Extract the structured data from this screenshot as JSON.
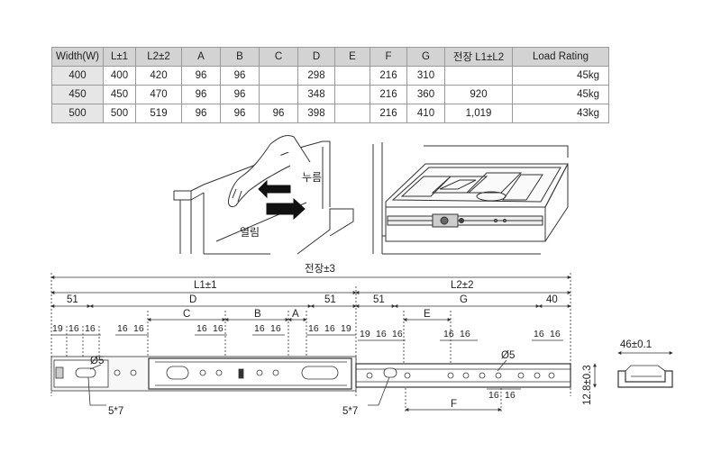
{
  "table": {
    "headers": [
      "Width(W)",
      "L±1",
      "L2±2",
      "A",
      "B",
      "C",
      "D",
      "E",
      "F",
      "G",
      "전장 L1±L2",
      "Load Rating"
    ],
    "rows": [
      [
        "400",
        "400",
        "420",
        "96",
        "96",
        "",
        "298",
        "",
        "216",
        "310",
        "",
        "45kg"
      ],
      [
        "450",
        "450",
        "470",
        "96",
        "96",
        "",
        "348",
        "",
        "216",
        "360",
        "920",
        "45kg"
      ],
      [
        "500",
        "500",
        "519",
        "96",
        "96",
        "96",
        "398",
        "",
        "216",
        "410",
        "1,019",
        "43kg"
      ]
    ]
  },
  "illustrations": {
    "push_label": "누름",
    "open_label": "열림"
  },
  "drawing": {
    "total_length": "전장±3",
    "l1": "L1±1",
    "l2": "L2±2",
    "d": "D",
    "g": "G",
    "c": "C",
    "b": "B",
    "a": "A",
    "e": "E",
    "f": "F",
    "dim_51": "51",
    "dim_40": "40",
    "dim_19": "19",
    "dim_16": "16",
    "hole_dia": "Ø5",
    "slot": "5*7",
    "height": "12.8±0.3",
    "profile_width": "46±0.1"
  }
}
